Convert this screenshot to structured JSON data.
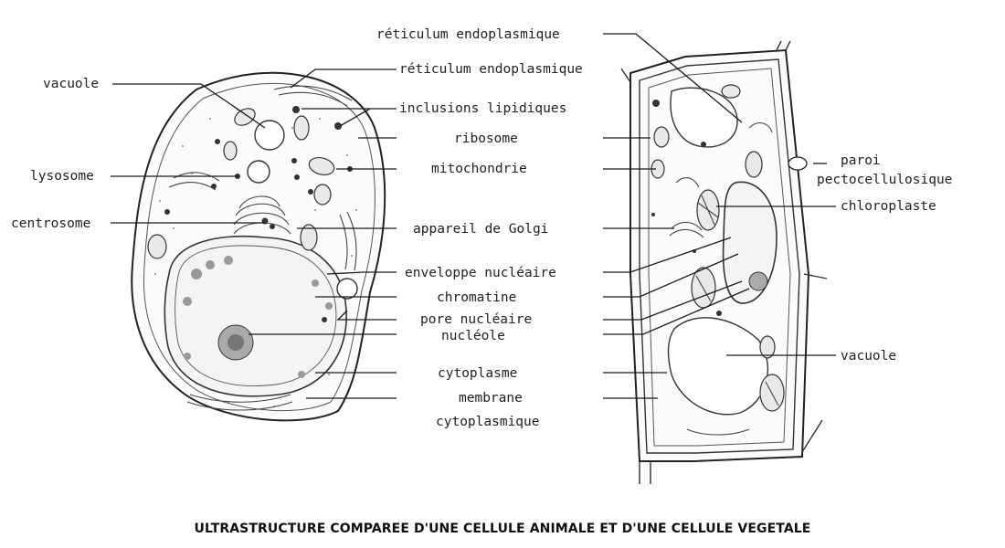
{
  "caption": "ULTRASTRUCTURE COMPAREE D'UNE CELLULE ANIMALE ET D'UNE CELLULE VEGETALE",
  "animal_labels": {
    "vacuole": "vacuole",
    "lysosome": "lysosome",
    "centrosome": "centrosome"
  },
  "center_labels": {
    "reticulum_1": "réticulum endoplasmique",
    "reticulum_2": "réticulum endoplasmique",
    "inclusions": "inclusions lipidiques",
    "ribosome": "ribosome",
    "mitochondrie": "mitochondrie",
    "golgi": "appareil de Golgi",
    "enveloppe": "enveloppe nucléaire",
    "chromatine": "chromatine",
    "pore": "pore nucléaire",
    "nucleole": "nucléole",
    "cytoplasme": "cytoplasme",
    "membrane_1": "membrane",
    "membrane_2": "cytoplasmique"
  },
  "plant_labels": {
    "paroi_1": "paroi",
    "paroi_2": "pectocellulosique",
    "chloroplaste": "chloroplaste",
    "vacuole": "vacuole"
  }
}
